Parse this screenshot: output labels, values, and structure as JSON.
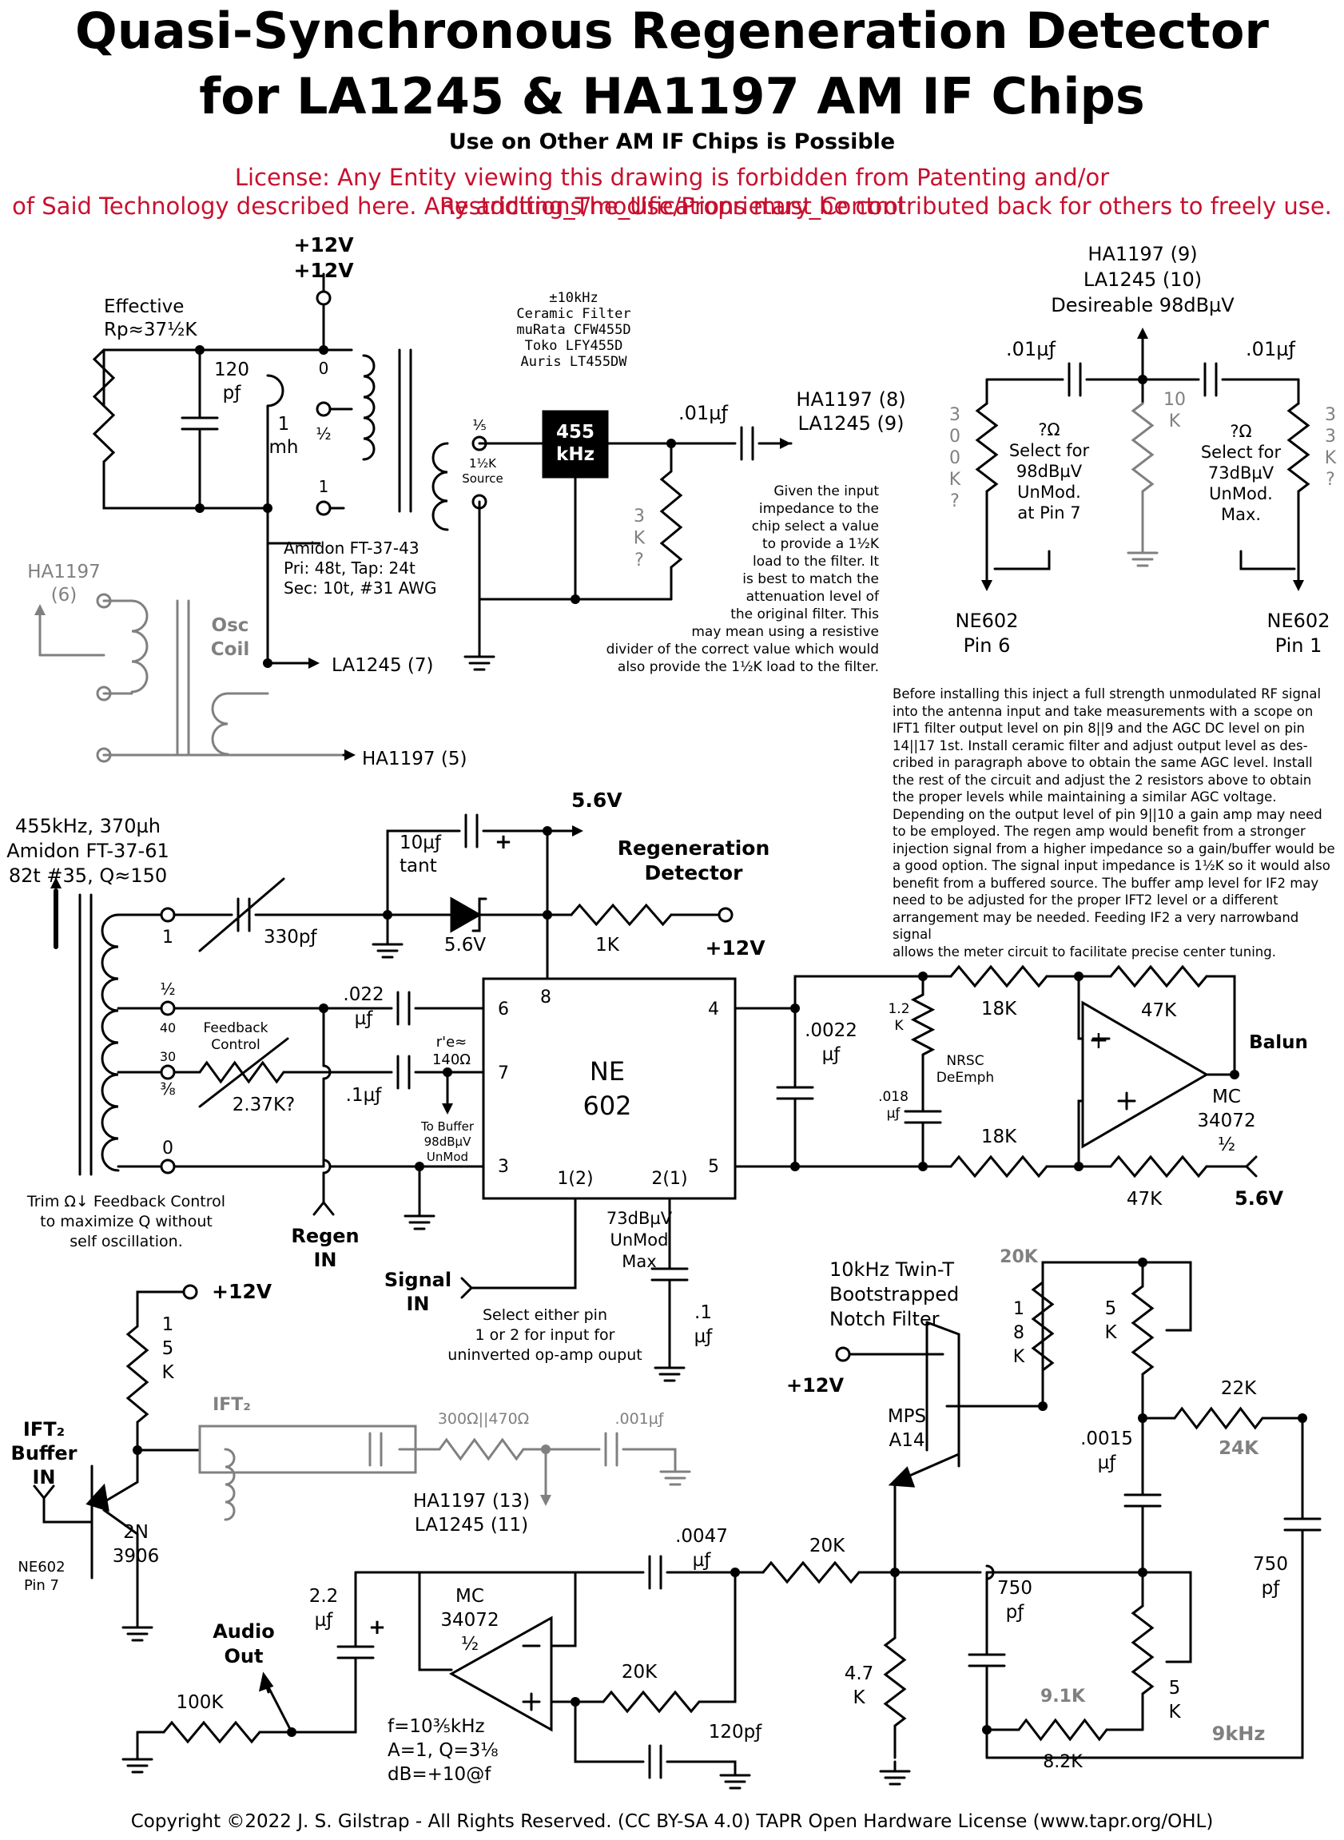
{
  "header": {
    "title_line1": "Quasi-Synchronous Regeneration Detector",
    "title_line2": "for LA1245 & HA1197 AM IF Chips",
    "subtitle": "Use on Other AM IF Chips is Possible",
    "license_line1": "License: Any Entity viewing this drawing is forbidden from Patenting and/or Restricting_The_Use/Proprietary_Control",
    "license_line2": "of Said Technology described here. Any additions/modifications must be contributed back for others to freely use."
  },
  "front_end": {
    "supply": "+12V",
    "effective_rp": [
      "Effective",
      "Rp≈37½K"
    ],
    "cap_120pf": [
      "120",
      "pƒ"
    ],
    "tap_0": "0",
    "tap_half": "½",
    "tap_1": "1",
    "inductor_1mh": [
      "1",
      "mh"
    ],
    "amidon": [
      "Amidon FT-37-43",
      "Pri: 48t, Tap: 24t",
      "Sec: 10t, #31 AWG"
    ],
    "source_tap": "⅕",
    "source_label": [
      "1½K",
      "Source"
    ],
    "filter_block": [
      "455",
      "kHz"
    ],
    "filter_desc": [
      "±10kHz",
      "Ceramic Filter",
      "muRata CFW455D",
      "Toko LFY455D",
      "Auris LT455DW"
    ],
    "out_cap": ".01µƒ",
    "out_pins": [
      "HA1197 (8)",
      "LA1245 (9)"
    ],
    "resistor_3k": [
      "3",
      "K",
      "?"
    ],
    "input_note": [
      "Given the input",
      "impedance to the",
      "chip select a value",
      "to provide a 1½K",
      "load to the filter. It",
      "is best to match the",
      "attenuation level of",
      "the original filter. This",
      "may mean using a resistive",
      "divider of the correct value which would",
      "also provide the 1½K load to the filter."
    ],
    "osc_pin": [
      "HA1197",
      "(6)"
    ],
    "osc_coil": [
      "Osc",
      "Coil"
    ],
    "la1245_7": "LA1245 (7)",
    "ha1197_5": "HA1197 (5)"
  },
  "divider": {
    "top_pins": [
      "HA1197 (9)",
      "LA1245 (10)",
      "Desireable 98dBµV"
    ],
    "cap_left": ".01µƒ",
    "cap_right": ".01µƒ",
    "r_left": [
      "3",
      "0",
      "0",
      "K",
      "?"
    ],
    "r_mid": [
      "10",
      "K"
    ],
    "r_right": [
      "3",
      "3",
      "K",
      "?"
    ],
    "select_left": [
      "?Ω",
      "Select for",
      "98dBµV",
      "UnMod.",
      "at Pin 7"
    ],
    "select_right": [
      "?Ω",
      "Select for",
      "73dBµV",
      "UnMod.",
      "Max."
    ],
    "ne602_6": [
      "NE602",
      "Pin 6"
    ],
    "ne602_1": [
      "NE602",
      "Pin 1"
    ]
  },
  "instructions": [
    "Before installing this inject a full strength unmodulated RF signal",
    "into the antenna input and take measurements with a scope on",
    "IFT1 filter output level on pin 8||9 and the AGC DC level on pin",
    "14||17 1st. Install ceramic filter and adjust output level as des-",
    "cribed in paragraph above to obtain the same AGC level. Install",
    "the rest of the circuit and adjust the 2 resistors above to obtain",
    "the proper levels while maintaining a similar AGC voltage.",
    "Depending on the output level of pin 9||10 a gain amp may need",
    "to be employed. The regen amp would benefit from a stronger",
    "injection signal from a higher impedance so a gain/buffer would be",
    "a good option. The signal input impedance is 1½K so it would also",
    "benefit from a buffered source. The buffer amp level for IF2 may",
    "need to be adjusted for the proper IFT2 level or a different",
    "arrangement may be needed. Feeding IF2 a very narrowband signal",
    "allows the meter circuit to facilitate precise center tuning."
  ],
  "regen": {
    "tank": [
      "455kHz, 370µh",
      "Amidon FT-37-61",
      "82t #35, Q≈150"
    ],
    "tap_1": "1",
    "tap_half": "½",
    "tap_40": "40",
    "tap_30": "30",
    "tap_38": "⅜",
    "tap_0": "0",
    "cap_330": "330pƒ",
    "tant": [
      "10µƒ",
      "tant"
    ],
    "plus": "+",
    "supply_56": "5.6V",
    "zener": "5.6V",
    "heading": [
      "Regeneration",
      "Detector"
    ],
    "r_1k": "1K",
    "supply_12": "+12V",
    "cap_022": [
      ".022",
      "µƒ"
    ],
    "cap_1": [
      ".1µƒ"
    ],
    "re": [
      "r'e≈",
      "140Ω"
    ],
    "feedback": [
      "Feedback",
      "Control"
    ],
    "pot": "2.37K?",
    "to_buffer": [
      "To Buffer",
      "98dBµV",
      "UnMod"
    ],
    "trim_note": [
      "Trim Ω↓ Feedback Control",
      "to maximize Q without",
      "self oscillation."
    ],
    "regen_in": [
      "Regen",
      "IN"
    ],
    "chip": [
      "NE",
      "602"
    ],
    "pin6": "6",
    "pin7": "7",
    "pin8": "8",
    "pin3": "3",
    "pin4": "4",
    "pin5": "5",
    "pin1": "1(2)",
    "pin2": "2(1)",
    "level": [
      "73dBµV",
      "UnMod",
      "Max"
    ],
    "signal_in": [
      "Signal",
      "IN"
    ],
    "select_note": [
      "Select either pin",
      "1 or 2 for input for",
      "uninverted op-amp ouput"
    ],
    "cap_p1": [
      ".1",
      "µƒ"
    ],
    "cap_0022": [
      ".0022",
      "µƒ"
    ],
    "r_12k": [
      "1.2",
      "K"
    ],
    "nrsc": [
      "NRSC",
      "DeEmph"
    ],
    "cap_018": [
      ".018",
      "µƒ"
    ],
    "r18k_top": "18K",
    "r18k_bot": "18K",
    "r47k_top": "47K",
    "r47k_bot": "47K",
    "balun": "Balun",
    "mc_top": [
      "MC",
      "34072",
      "½"
    ],
    "supply_56b": "5.6V"
  },
  "buffer": {
    "supply": "+12V",
    "r15k": [
      "1",
      "5",
      "K"
    ],
    "ift2_in": [
      "IFT₂",
      "Buffer",
      "IN"
    ],
    "ift2": "IFT₂",
    "r_300": "300Ω||470Ω",
    "cap_001": ".001µƒ",
    "pins": [
      "HA1197 (13)",
      "LA1245 (11)"
    ],
    "transistor": [
      "2N",
      "3906"
    ],
    "ne602_7": [
      "NE602",
      "Pin 7"
    ]
  },
  "notch": {
    "heading": [
      "10kHz Twin-T",
      "Bootstrapped",
      "Notch Filter"
    ],
    "supply": "+12V",
    "transistor": [
      "MPS",
      "A14"
    ],
    "r20k_grey": "20K",
    "r18k": [
      "1",
      "8",
      "K"
    ],
    "pot5k_top": [
      "5",
      "K"
    ],
    "r22k": "22K",
    "r24k": "24K",
    "cap_0015": [
      ".0015",
      "µƒ"
    ],
    "cap_750_right": [
      "750",
      "pƒ"
    ],
    "cap_750_mid": [
      "750",
      "pƒ"
    ],
    "pot5k_bot": [
      "5",
      "K"
    ],
    "r91k": "9.1K",
    "r82k": "8.2K",
    "f9k": "9kHz",
    "r47": [
      "4.7",
      "K"
    ],
    "r20k": "20K",
    "cap_0047": [
      ".0047",
      "µƒ"
    ]
  },
  "audio": {
    "cap_22": [
      "2.2",
      "µƒ"
    ],
    "plus": "+",
    "audio_out": [
      "Audio",
      "Out"
    ],
    "r100k": "100K",
    "mc": [
      "MC",
      "34072",
      "½"
    ],
    "r20k": "20K",
    "cap_120": "120pƒ",
    "formula": [
      "f=10⅗kHz",
      "A=1, Q=3⅛",
      "dB=+10@f"
    ]
  },
  "footer": {
    "copyright": "Copyright ©2022 J. S. Gilstrap - All Rights Reserved. (CC BY-SA 4.0) TAPR Open Hardware License (www.tapr.org/OHL)"
  },
  "colors": {
    "license": "#c8102e",
    "grey": "#808080",
    "ink": "#000000"
  }
}
